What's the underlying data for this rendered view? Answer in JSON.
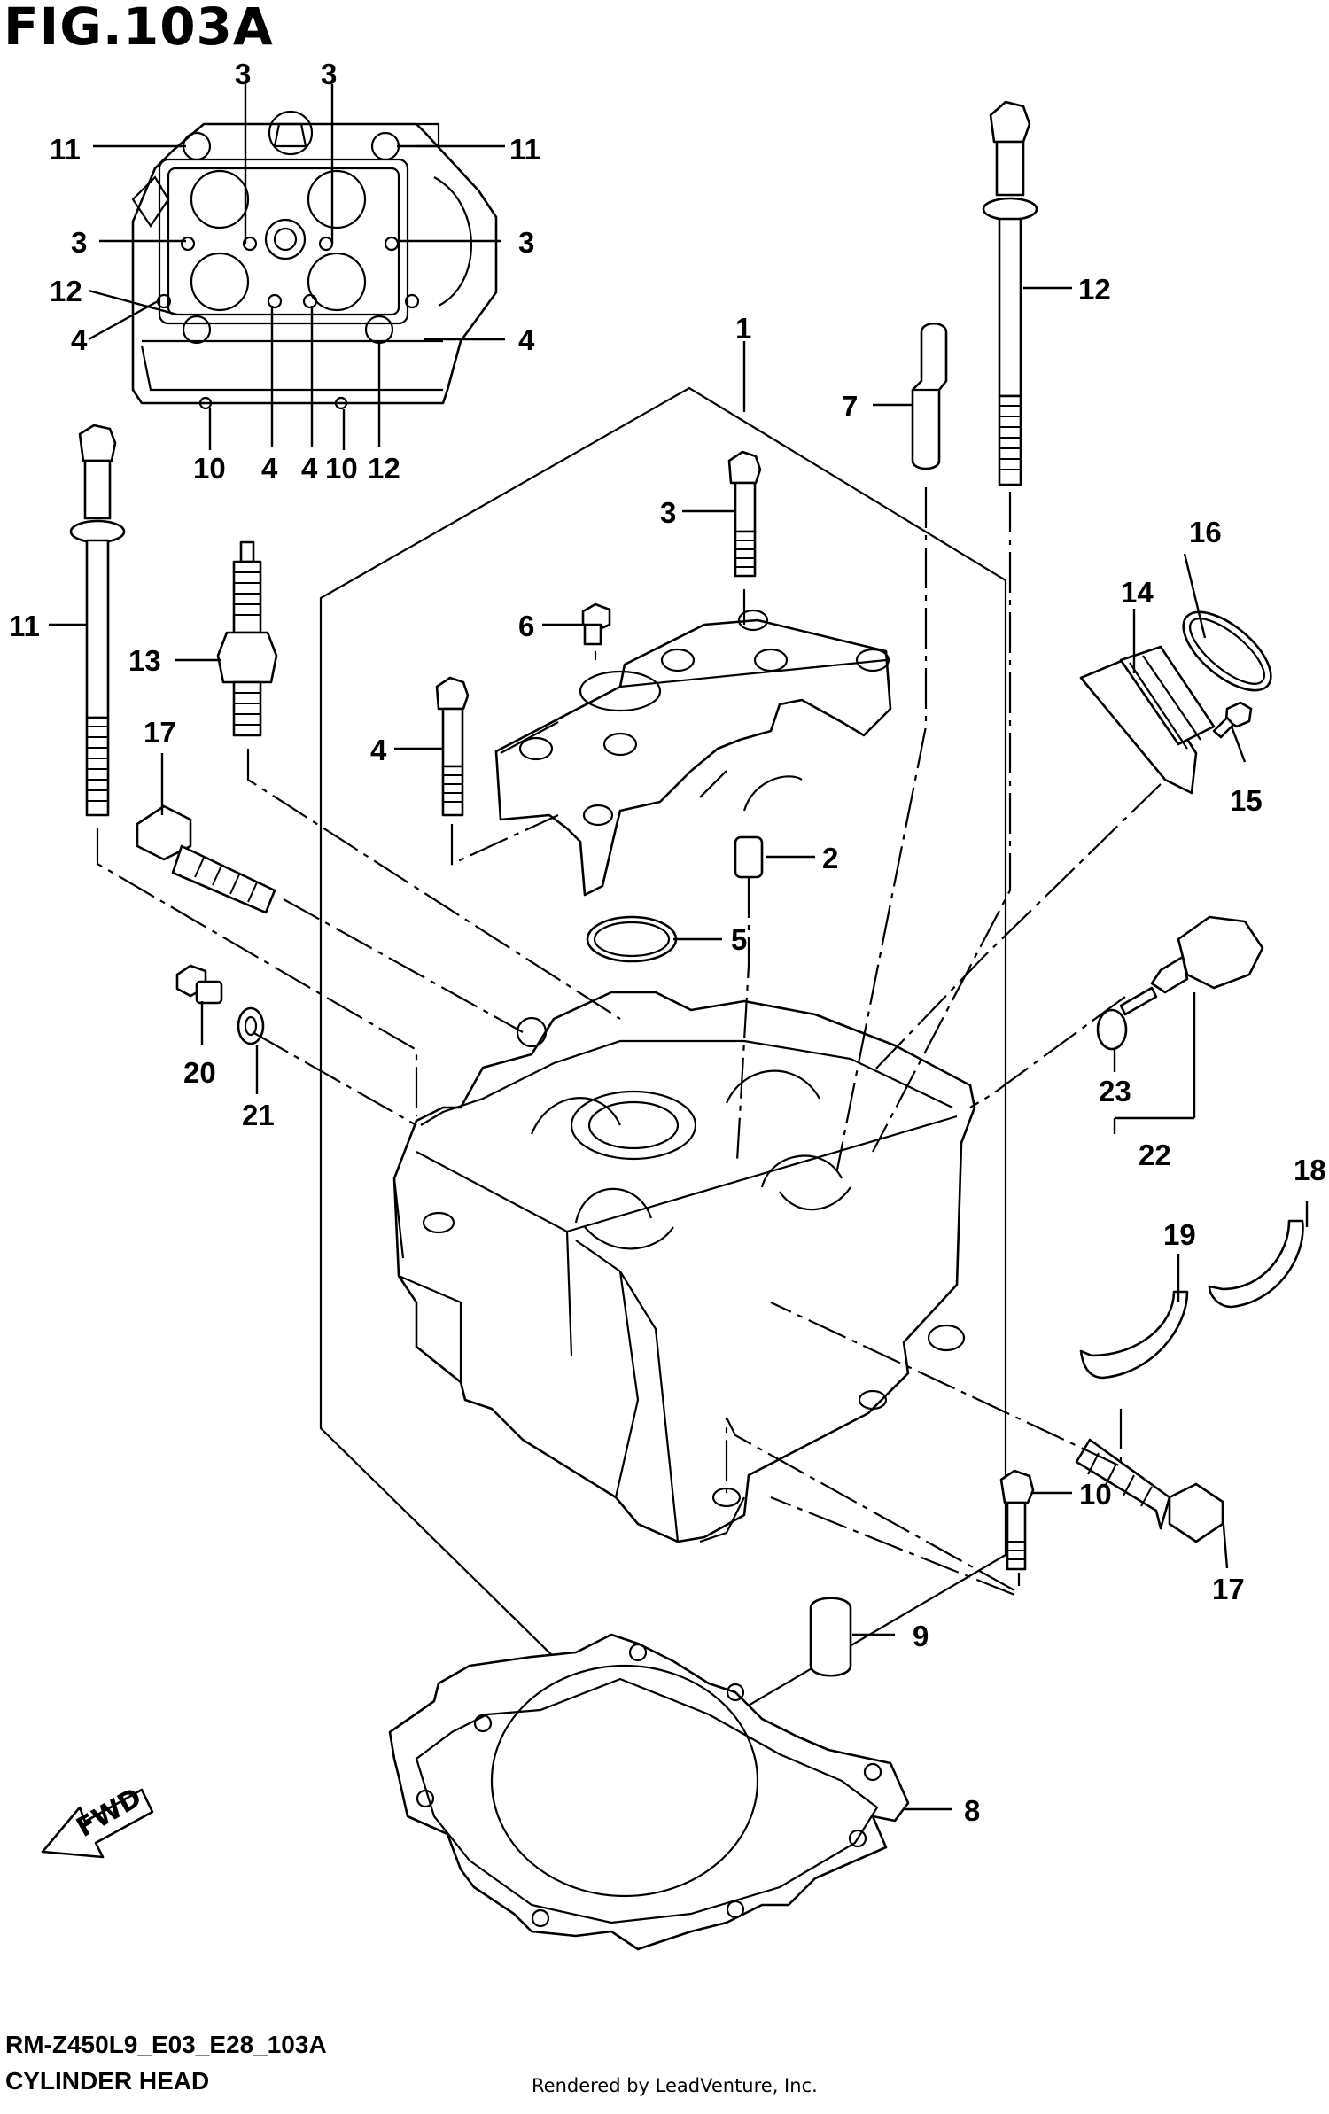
{
  "figure": {
    "title": "FIG.103A",
    "model_code": "RM-Z450L9_E03_E28_103A",
    "assembly_name": "CYLINDER HEAD",
    "render_credit": "Rendered by LeadVenture, Inc.",
    "direction_marker": "FWD"
  },
  "callouts": [
    {
      "part": "11",
      "position_label": "inset-left-top"
    },
    {
      "part": "3",
      "position_label": "inset-top-left"
    },
    {
      "part": "3",
      "position_label": "inset-top-right"
    },
    {
      "part": "11",
      "position_label": "inset-right-top"
    },
    {
      "part": "3",
      "position_label": "inset-left"
    },
    {
      "part": "3",
      "position_label": "inset-right"
    },
    {
      "part": "12",
      "position_label": "inset-left-lower"
    },
    {
      "part": "4",
      "position_label": "inset-left-bottom"
    },
    {
      "part": "4",
      "position_label": "inset-right-bottom"
    },
    {
      "part": "10",
      "position_label": "inset-bottom-1"
    },
    {
      "part": "4",
      "position_label": "inset-bottom-2"
    },
    {
      "part": "4",
      "position_label": "inset-bottom-3"
    },
    {
      "part": "10",
      "position_label": "inset-bottom-4"
    },
    {
      "part": "12",
      "position_label": "inset-bottom-5"
    },
    {
      "part": "1",
      "position_label": "cylinder-head"
    },
    {
      "part": "7",
      "position_label": "dowel-upper"
    },
    {
      "part": "12",
      "position_label": "long-bolt-right"
    },
    {
      "part": "3",
      "position_label": "cap-bolt"
    },
    {
      "part": "16",
      "position_label": "clamp"
    },
    {
      "part": "14",
      "position_label": "intake-pipe"
    },
    {
      "part": "11",
      "position_label": "long-bolt-left"
    },
    {
      "part": "6",
      "position_label": "small-bolt"
    },
    {
      "part": "13",
      "position_label": "spark-plug"
    },
    {
      "part": "15",
      "position_label": "screw"
    },
    {
      "part": "17",
      "position_label": "flange-bolt-left"
    },
    {
      "part": "4",
      "position_label": "cap-bolt-left"
    },
    {
      "part": "2",
      "position_label": "dowel-cap"
    },
    {
      "part": "5",
      "position_label": "o-ring"
    },
    {
      "part": "20",
      "position_label": "plug"
    },
    {
      "part": "21",
      "position_label": "washer"
    },
    {
      "part": "23",
      "position_label": "sensor-o-ring"
    },
    {
      "part": "22",
      "position_label": "sensor"
    },
    {
      "part": "18",
      "position_label": "cam-cover-right"
    },
    {
      "part": "19",
      "position_label": "cam-cover-left"
    },
    {
      "part": "10",
      "position_label": "small-bolt-lower"
    },
    {
      "part": "17",
      "position_label": "flange-bolt-right"
    },
    {
      "part": "9",
      "position_label": "dowel-lower"
    },
    {
      "part": "8",
      "position_label": "gasket"
    }
  ]
}
